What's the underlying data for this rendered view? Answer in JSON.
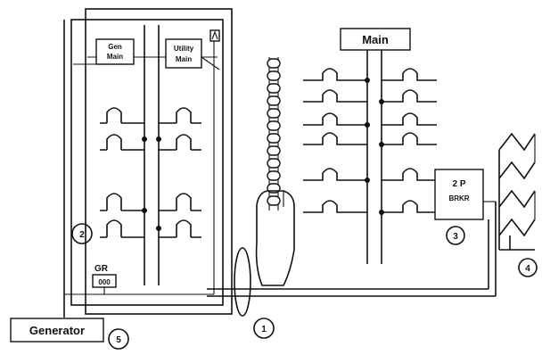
{
  "diagram": {
    "labels": {
      "gen_main_l1": "Gen",
      "gen_main_l2": "Main",
      "utility_main_l1": "Utility",
      "utility_main_l2": "Main",
      "main": "Main",
      "breaker_l1": "2 P",
      "breaker_l2": "BRKR",
      "gr": "GR",
      "coil": "000",
      "generator": "Generator"
    },
    "callouts": [
      "1",
      "2",
      "3",
      "4",
      "5"
    ]
  }
}
